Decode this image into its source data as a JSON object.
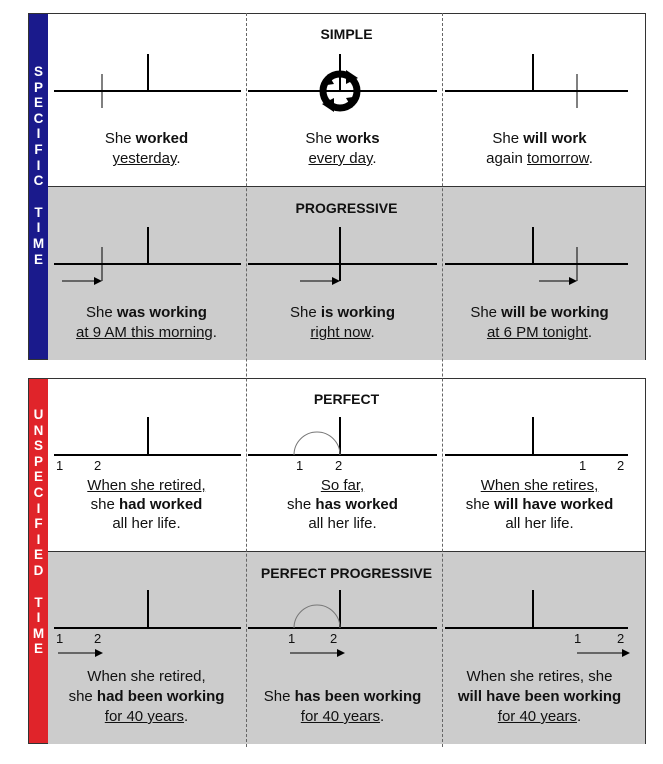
{
  "sidebars": {
    "specific": "SPECIFIC TIME",
    "unspecified": "UNSPECIFIED TIME"
  },
  "rows": {
    "simple": {
      "title": "SIMPLE",
      "past": {
        "pre": "She ",
        "bold": "worked",
        "mid": "",
        "under": "yesterday",
        "post": "."
      },
      "present": {
        "pre": "She ",
        "bold": "works",
        "mid": "",
        "under": "every day",
        "post": "."
      },
      "future": {
        "pre": "She ",
        "bold": "will work",
        "mid": "again ",
        "under": "tomorrow",
        "post": "."
      }
    },
    "progressive": {
      "title": "PROGRESSIVE",
      "past": {
        "pre": "She ",
        "bold": "was working",
        "under": "at 9 AM this morning",
        "post": "."
      },
      "present": {
        "pre": "She ",
        "bold": "is working",
        "under": "right now",
        "post": "."
      },
      "future": {
        "pre": "She ",
        "bold": "will be working",
        "under": "at 6 PM tonight",
        "post": "."
      }
    },
    "perfect": {
      "title": "PERFECT",
      "past": {
        "l1u": "When she retired,",
        "l2pre": "she ",
        "l2bold": "had worked",
        "l3": "all her life."
      },
      "present": {
        "l1u": "So far,",
        "l2pre": "she ",
        "l2bold": "has worked",
        "l3": "all her life."
      },
      "future": {
        "l1u": "When she retires,",
        "l2pre": "she ",
        "l2bold": "will have worked",
        "l3": "all her life."
      }
    },
    "perfect_progressive": {
      "title": "PERFECT PROGRESSIVE",
      "past": {
        "l1": "When she retired,",
        "l2pre": "she ",
        "l2bold": "had been working",
        "l3u": "for 40 years",
        "l3post": "."
      },
      "present": {
        "l1": "",
        "l2pre": "She ",
        "l2bold": "has been working",
        "l3u": "for 40 years",
        "l3post": "."
      },
      "future": {
        "l1": "When she retires, she",
        "l2pre": "",
        "l2bold": "will have been working",
        "l3u": "for 40 years",
        "l3post": "."
      }
    }
  },
  "labels": {
    "one": "1",
    "two": "2"
  }
}
